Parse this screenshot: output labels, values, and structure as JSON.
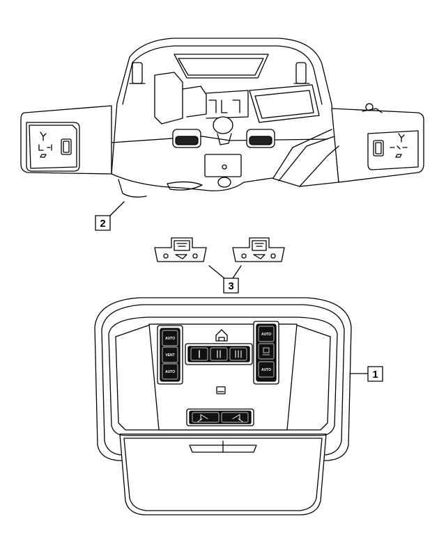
{
  "callouts": [
    {
      "id": "1",
      "label": "1"
    },
    {
      "id": "2",
      "label": "2"
    },
    {
      "id": "3",
      "label": "3"
    }
  ],
  "console_buttons": {
    "left": [
      "AUTO",
      "VENT",
      "AUTO"
    ],
    "right": [
      "AUTO",
      "AUTO"
    ]
  },
  "colors": {
    "line": "#000000",
    "panel_fill": "#ffffff",
    "button_fill": "#111111"
  }
}
